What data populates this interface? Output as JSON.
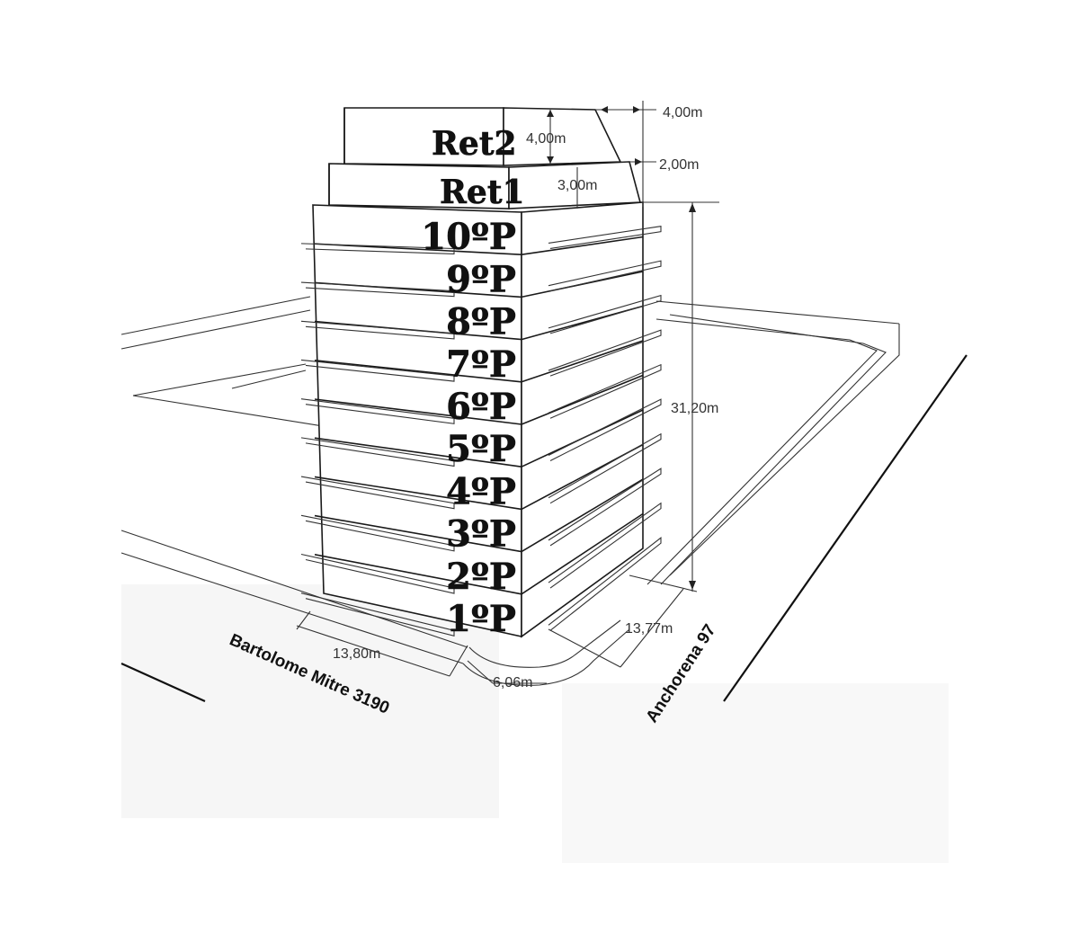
{
  "floors": [
    "1ºP",
    "2ºP",
    "3ºP",
    "4ºP",
    "5ºP",
    "6ºP",
    "7ºP",
    "8ºP",
    "9ºP",
    "10ºP"
  ],
  "setbacks": [
    "Ret1",
    "Ret2"
  ],
  "dimensions": {
    "ret2_setback": "4,00m",
    "ret1_setback": "2,00m",
    "ret2_height": "4,00m",
    "ret1_height": "3,00m",
    "total_height": "31,20m",
    "front_width": "13,80m",
    "side_width": "13,77m",
    "corner_width": "6,06m"
  },
  "streets": {
    "front": "Bartolome Mitre 3190",
    "side": "Anchorena 97"
  }
}
